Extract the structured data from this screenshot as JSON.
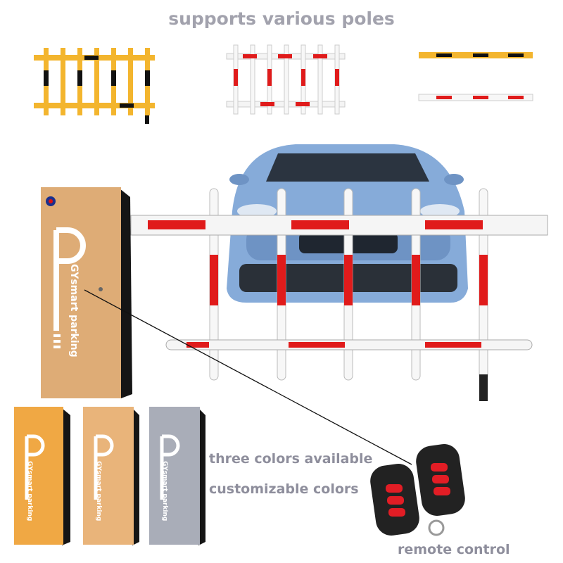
{
  "header": {
    "title": "supports various poles"
  },
  "cabinet": {
    "brand": "GYsmart parking",
    "letter": "P"
  },
  "color_options": {
    "line1": "three colors available",
    "line2": "customizable colors",
    "swatches": [
      {
        "name": "orange",
        "color": "#f0a844"
      },
      {
        "name": "tan",
        "color": "#e9b47a"
      },
      {
        "name": "gray",
        "color": "#a9adb8"
      }
    ]
  },
  "remote": {
    "label": "remote control"
  },
  "colors": {
    "tan": "#deac76",
    "red": "#e01b1b",
    "yellow": "#f3b52e",
    "car": "#7fa5d6"
  }
}
